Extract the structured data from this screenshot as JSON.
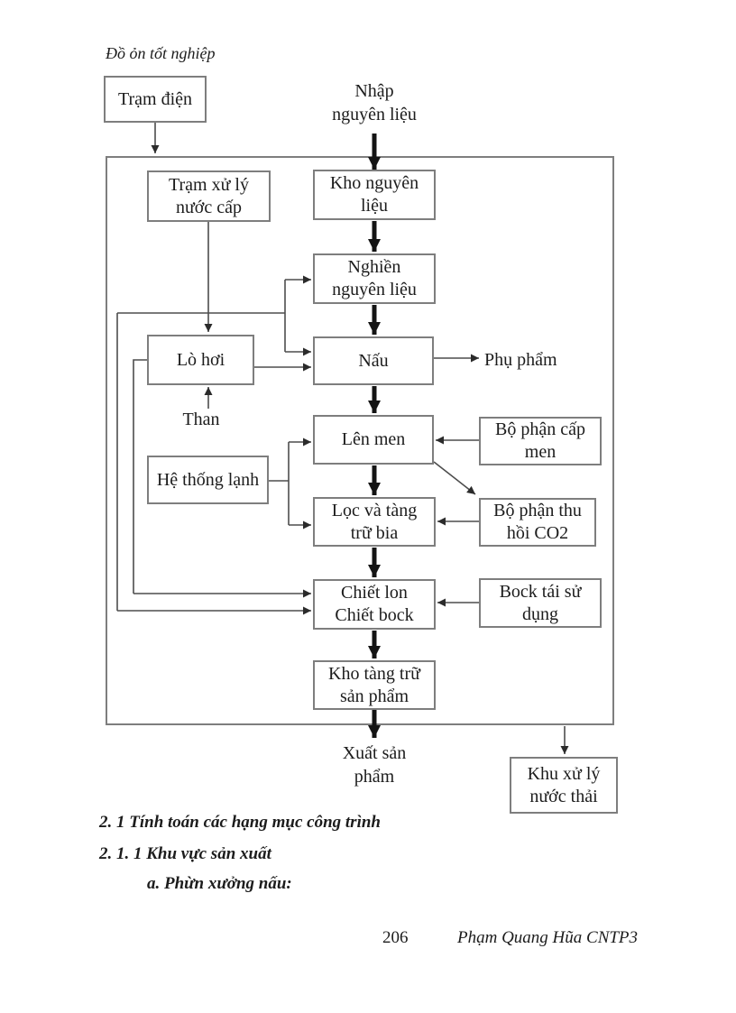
{
  "page": {
    "header_note": "Đồ ỏn tốt nghiệp",
    "footer": {
      "page_number": "206",
      "author": "Phạm Quang Hũa CNTP3"
    }
  },
  "sections": {
    "heading1": "2. 1 Tính toán các hạng mục công trình",
    "heading2": "2. 1. 1 Khu vực sản xuất",
    "heading3": "a. Phừn xưởng nấu:"
  },
  "flowchart": {
    "external_labels": {
      "nhap_nguyen_lieu": "Nhập\nnguyên liệu",
      "phu_pham": "Phụ phẩm",
      "than": "Than",
      "xuat_san_pham": "Xuất sản\nphẩm"
    },
    "boxes": {
      "tram_dien": "Trạm điện",
      "tram_xu_ly_nuoc_cap": "Trạm xử lý\nnước cấp",
      "kho_nguyen_lieu": "Kho nguyên\nliệu",
      "nghien_nguyen_lieu": "Nghiền\nnguyên liệu",
      "lo_hoi": "Lò hơi",
      "nau": "Nấu",
      "len_men": "Lên men",
      "bo_phan_cap_men": "Bộ phận cấp\nmen",
      "he_thong_lanh": "Hệ thống lạnh",
      "loc_va_tang_tru_bia": "Lọc và tàng\ntrữ bia",
      "bo_phan_thu_hoi_co2": "Bộ phận thu\nhồi CO2",
      "chiet_lon_chiet_bock": "Chiết lon\nChiết bock",
      "bock_tai_su_dung": "Bock tái sử\ndụng",
      "kho_tang_tru_san_pham": "Kho tàng trữ\nsản phẩm",
      "khu_xu_ly_nuoc_thai": "Khu xử lý\nnước thải"
    }
  },
  "colors": {
    "box_border": "#7e7e7e",
    "thin_line": "#4d4d4d",
    "main_arrow": "#141414",
    "text": "#1c1c1c"
  }
}
